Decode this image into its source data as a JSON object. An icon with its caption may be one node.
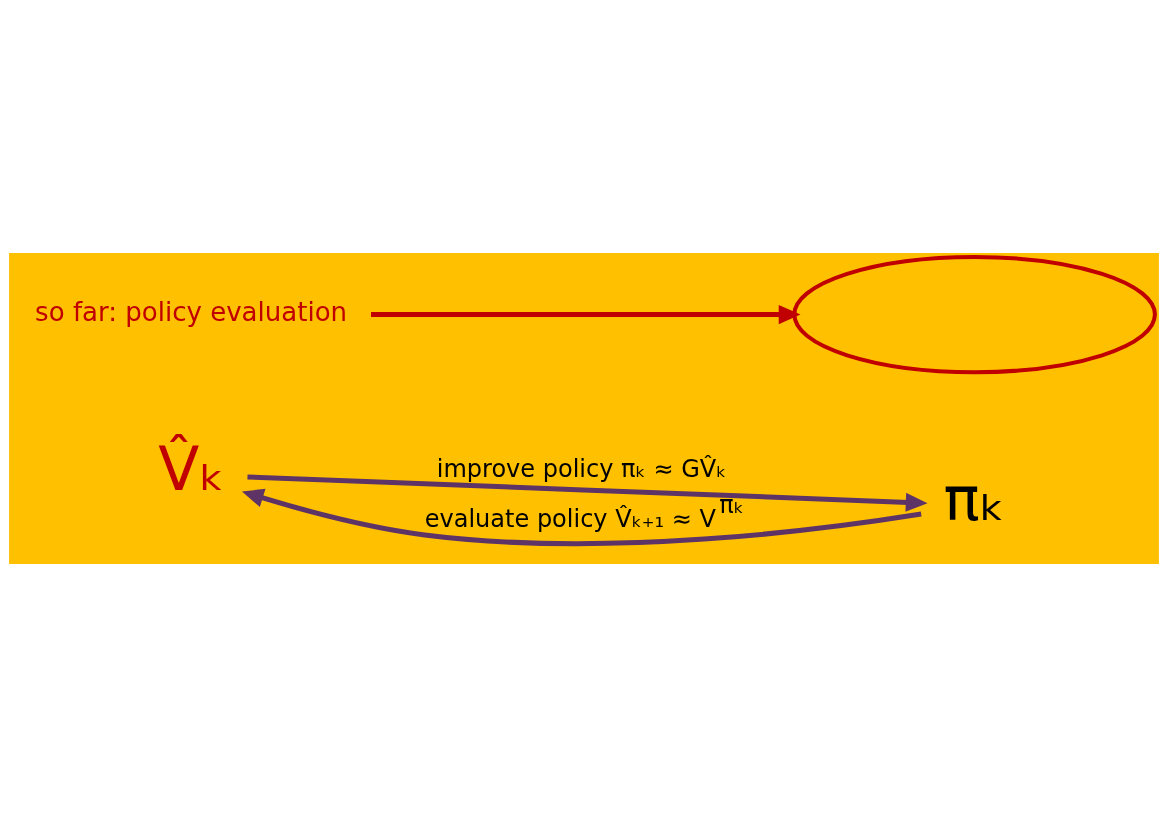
{
  "diagram": {
    "nodes": [
      {
        "text": [
          "V̂ₖ"
        ]
      },
      {
        "text": [
          "πₖ"
        ]
      },
      {
        "text": [],
        "shape": "ellipse"
      },
      {
        "text": [
          "so far: policy evaluation"
        ]
      }
    ],
    "edges": [
      {
        "from": 0,
        "to": 1,
        "arrow": "to",
        "label": "improve policy πₖ ≈ GV̂ₖ"
      },
      {
        "from": 1,
        "to": 0,
        "arrow": "to",
        "label": "evaluate policy V̂ₖ₊₁ ≈ V$^{πₖ}$"
      },
      {
        "from": 3,
        "to": 2,
        "arrow": "to",
        "color": "#c00000"
      }
    ]
  }
}
